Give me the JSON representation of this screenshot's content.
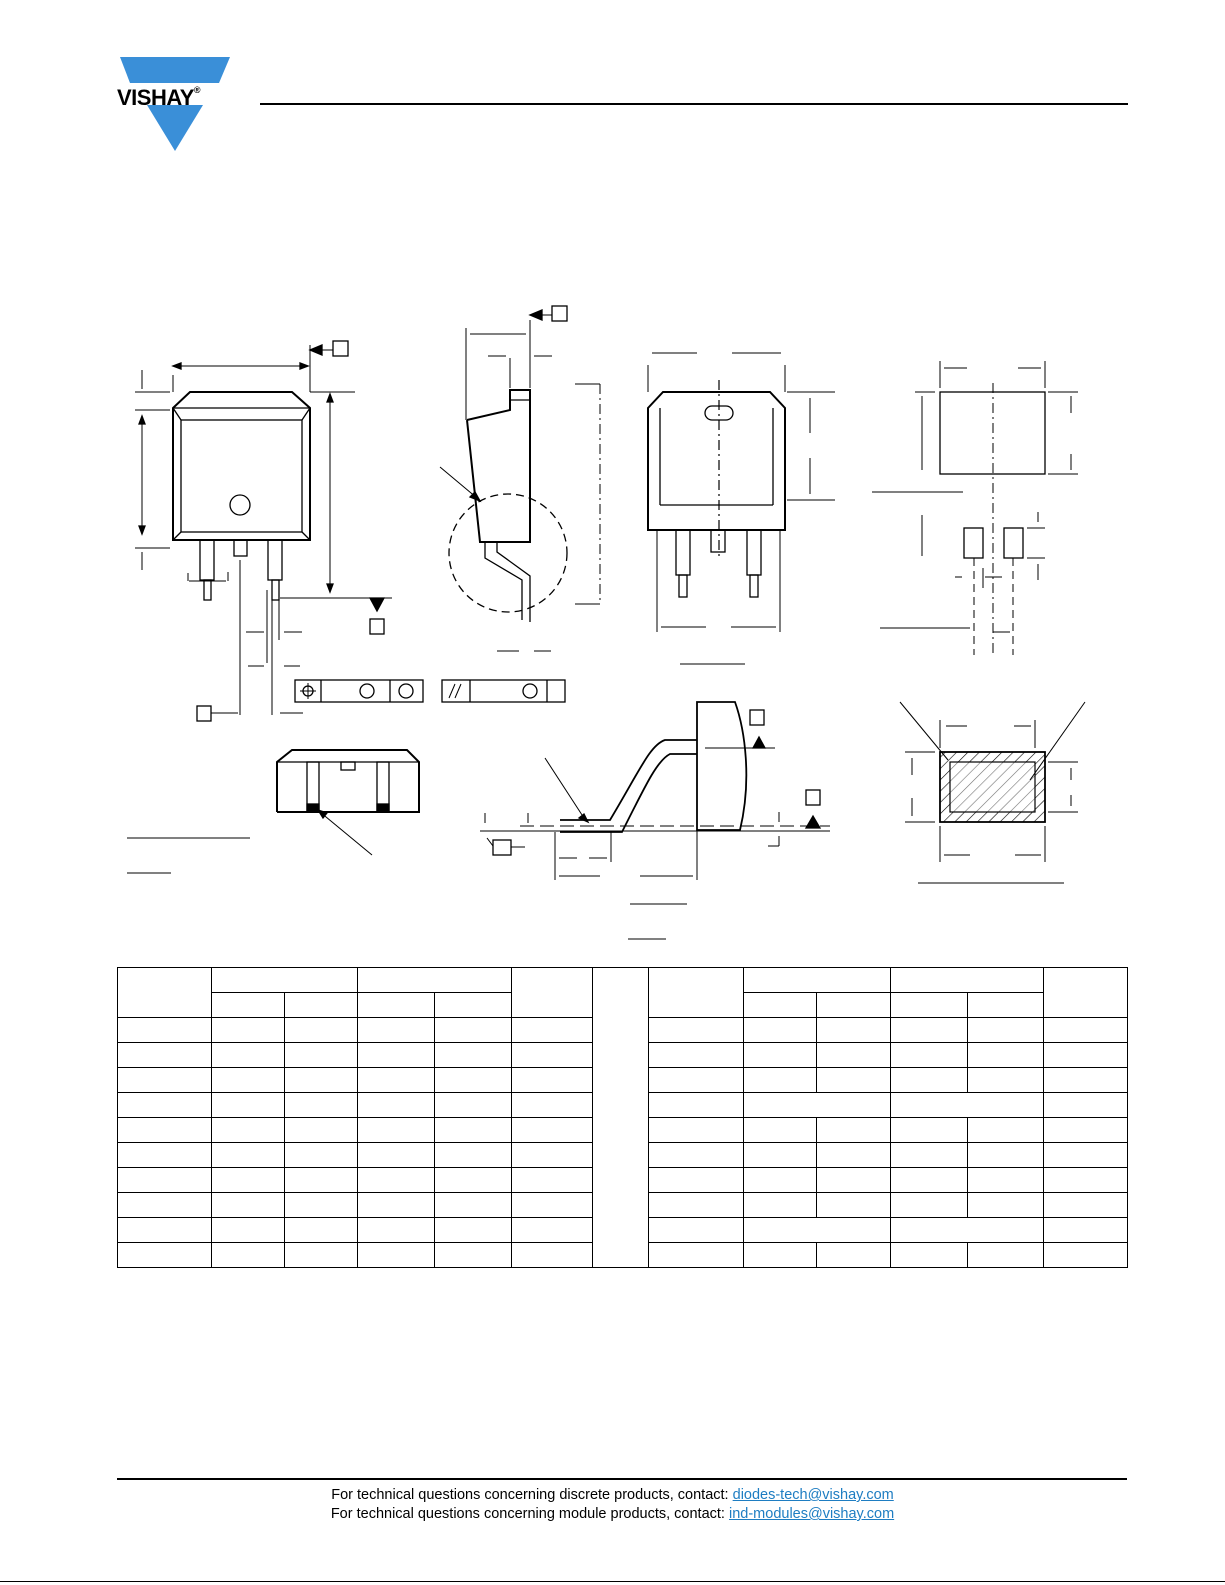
{
  "brand": {
    "name": "VISHAY",
    "registered_mark": "®",
    "color": "#3a8fd8"
  },
  "footer": {
    "discrete_prefix": "For technical questions concerning discrete products, contact: ",
    "discrete_email": "diodes-tech@vishay.com",
    "module_prefix": "For technical questions concerning module products, contact: ",
    "module_email": "ind-modules@vishay.com",
    "link_color": "#1e7dc2"
  }
}
